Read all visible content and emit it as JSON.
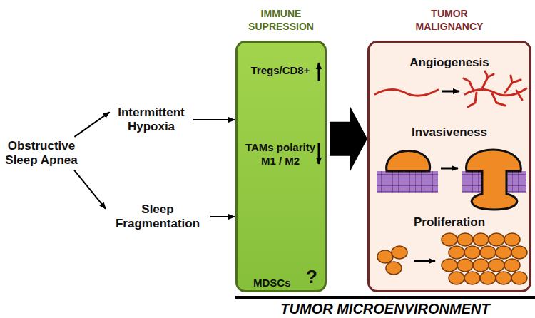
{
  "diagram": {
    "nodes": [
      {
        "text": [
          "Obstructive Sleep Apnea"
        ]
      },
      {
        "text": [
          "Intermittent Hypoxia"
        ]
      },
      {
        "text": [
          "Sleep Fragmentation"
        ]
      },
      {
        "text": [
          "IMMUNE SUPRESSION",
          "Tregs/CD8+",
          "TAMs polarity M1 / M2",
          "MDSCs",
          "?"
        ]
      },
      {
        "text": [
          "TUMOR MALIGNANCY",
          "Angiogenesis",
          "Invasiveness",
          "Proliferation"
        ]
      }
    ],
    "edges": [
      {
        "from": 0,
        "to": 1,
        "arrow": "to"
      },
      {
        "from": 0,
        "to": 2,
        "arrow": "to"
      },
      {
        "from": 1,
        "to": 3,
        "arrow": "to"
      },
      {
        "from": 2,
        "to": 3,
        "arrow": "to"
      },
      {
        "from": 3,
        "to": 4,
        "arrow": "to"
      }
    ],
    "labels": [
      "TUMOR MICROENVIRONMENT"
    ]
  }
}
